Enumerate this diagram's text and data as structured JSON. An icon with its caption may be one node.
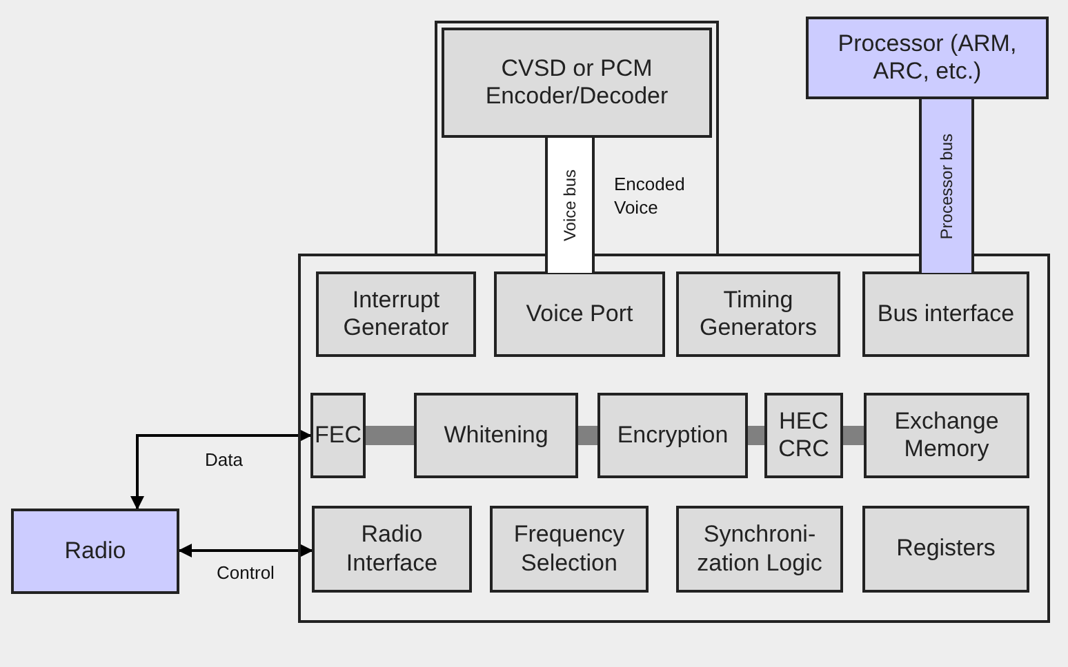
{
  "diagram": {
    "nodes": [
      {
        "text": [
          "CVSD or PCM Encoder/Decoder"
        ]
      },
      {
        "text": [
          "Processor (ARM, ARC, etc.)"
        ]
      },
      {
        "text": [
          "Voice bus"
        ]
      },
      {
        "text": [
          "Processor bus"
        ]
      },
      {
        "text": [],
        "shape": "box"
      },
      {
        "text": [
          "Interrupt Generator"
        ],
        "in": 4
      },
      {
        "text": [
          "Voice Port"
        ],
        "in": 4
      },
      {
        "text": [
          "Timing Generators"
        ],
        "in": 4
      },
      {
        "text": [
          "Bus interface"
        ],
        "in": 4
      },
      {
        "text": [
          "FEC"
        ],
        "in": 4
      },
      {
        "text": [
          "Whitening"
        ],
        "in": 4
      },
      {
        "text": [
          "Encryption"
        ],
        "in": 4
      },
      {
        "text": [
          "HEC CRC"
        ],
        "in": 4
      },
      {
        "text": [
          "Exchange Memory"
        ],
        "in": 4
      },
      {
        "text": [
          "Radio"
        ]
      },
      {
        "text": [
          "Radio Interface"
        ],
        "in": 4
      },
      {
        "text": [
          "Frequency Selection"
        ],
        "in": 4
      },
      {
        "text": [
          "Synchroni-zation Logic"
        ],
        "in": 4
      },
      {
        "text": [
          "Registers"
        ],
        "in": 4
      }
    ],
    "edges": [
      {
        "from": 14,
        "to": 9,
        "arrow": "both",
        "label": "Data",
        "color": "#000000"
      },
      {
        "from": 14,
        "to": 15,
        "arrow": "both",
        "label": "Control",
        "color": "#000000"
      },
      {
        "from": 9,
        "to": 10,
        "arrow": "none"
      },
      {
        "from": 10,
        "to": 11,
        "arrow": "none"
      },
      {
        "from": 11,
        "to": 12,
        "arrow": "none"
      },
      {
        "from": 12,
        "to": 13,
        "arrow": "none"
      }
    ],
    "labels": [
      "Encoded Voice"
    ]
  }
}
